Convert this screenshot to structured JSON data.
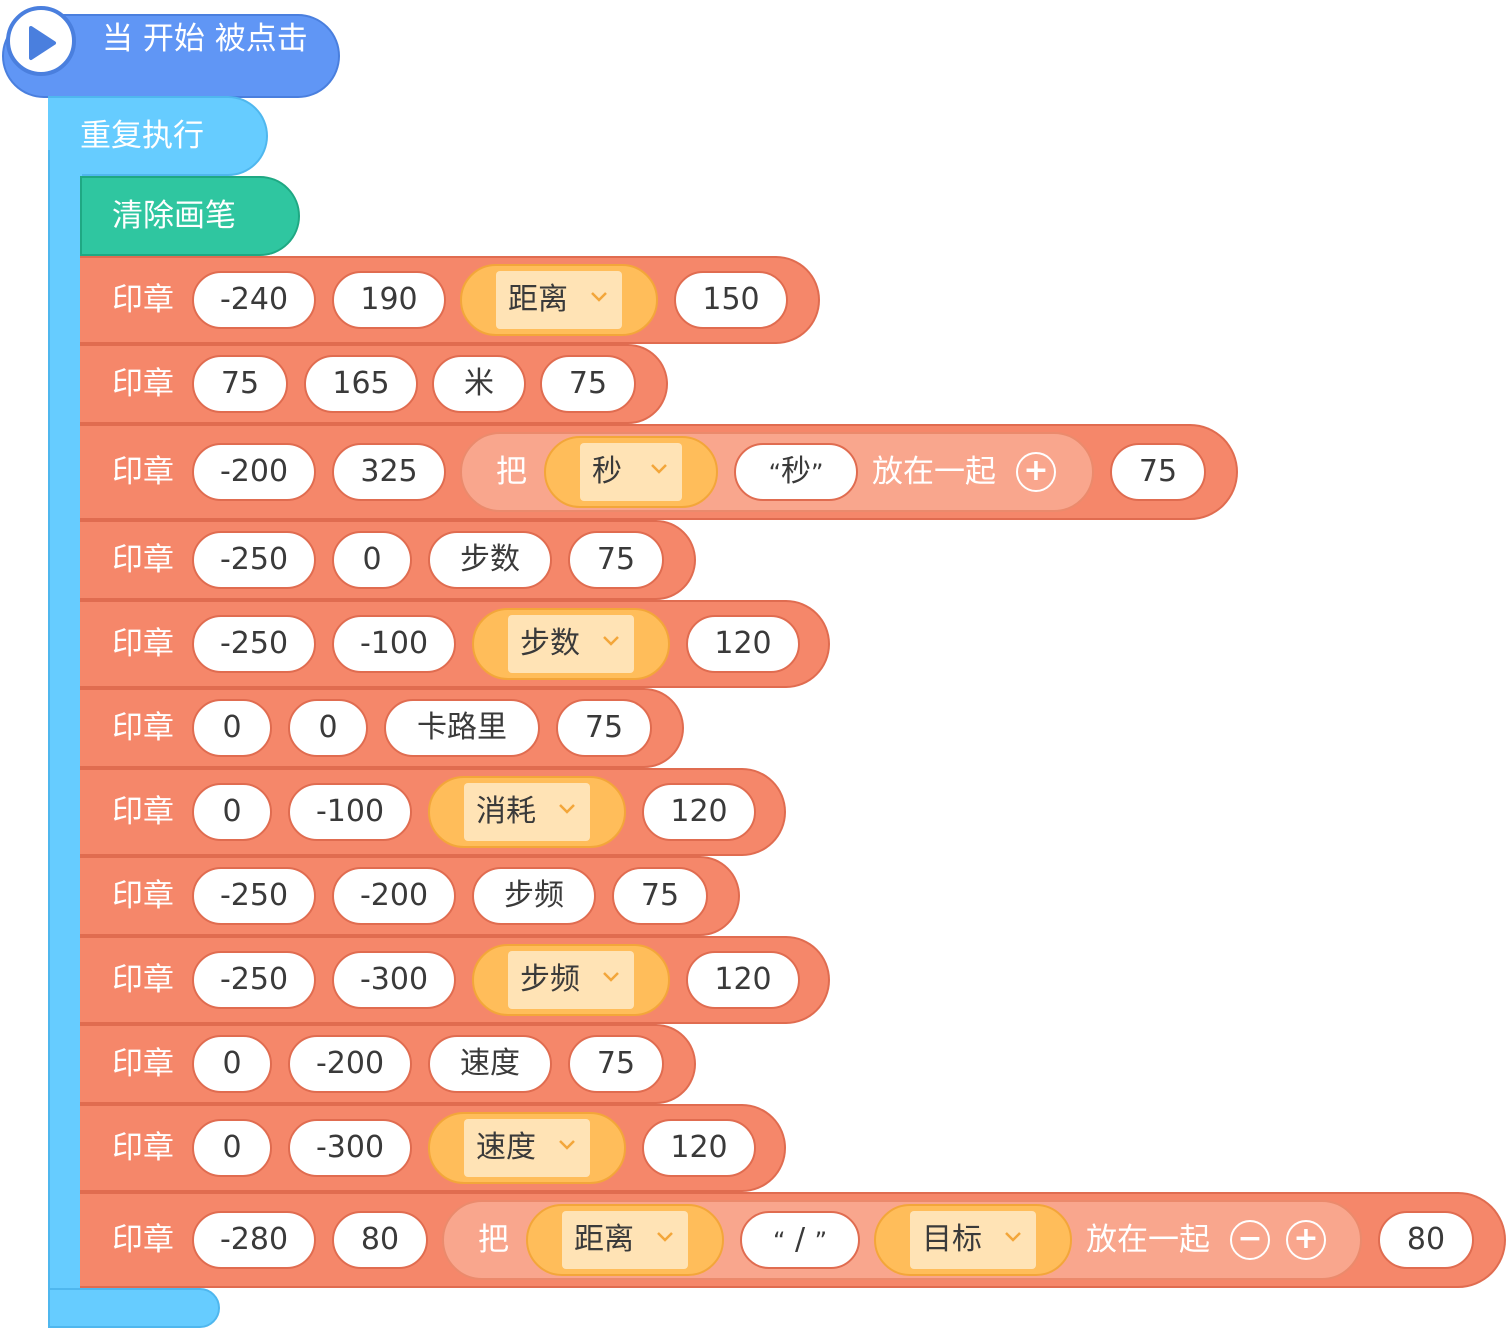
{
  "hat": {
    "label": "当 开始 被点击"
  },
  "loop": {
    "label": "重复执行"
  },
  "clear": {
    "label": "清除画笔"
  },
  "stamp_label": "印章",
  "rows": [
    {
      "a": "-240",
      "b": "190",
      "dropdown": "距离",
      "size": "150"
    },
    {
      "a": "75",
      "b": "165",
      "text": "米",
      "size": "75"
    },
    {
      "a": "-200",
      "b": "325",
      "join_label": "把",
      "join_dropdown": "秒",
      "join_string": "秒",
      "join_suffix": "放在一起",
      "join_button": "+",
      "size": "75"
    },
    {
      "a": "-250",
      "b": "0",
      "text": "步数",
      "size": "75"
    },
    {
      "a": "-250",
      "b": "-100",
      "dropdown": "步数",
      "size": "120"
    },
    {
      "a": "0",
      "b": "0",
      "text": "卡路里",
      "size": "75"
    },
    {
      "a": "0",
      "b": "-100",
      "dropdown": "消耗",
      "size": "120"
    },
    {
      "a": "-250",
      "b": "-200",
      "text": "步频",
      "size": "75"
    },
    {
      "a": "-250",
      "b": "-300",
      "dropdown": "步频",
      "size": "120"
    },
    {
      "a": "0",
      "b": "-200",
      "text": "速度",
      "size": "75"
    },
    {
      "a": "0",
      "b": "-300",
      "dropdown": "速度",
      "size": "120"
    },
    {
      "a": "-280",
      "b": "80",
      "join_label": "把",
      "join_dropdown": "距离",
      "join_string": "/",
      "join_dropdown2": "目标",
      "join_suffix": "放在一起",
      "join_minus": "−",
      "join_plus": "+",
      "size": "80"
    }
  ],
  "quote_open": "“",
  "quote_close": "”",
  "colors": {
    "event": "#6096f5",
    "control": "#66ccff",
    "pen": "#2fc6a0",
    "stamp": "#f5876a",
    "dropdown": "#ffbd5a",
    "join": "#f9a68d"
  },
  "icons": {
    "play": "play-icon",
    "chevron": "chevron-down-icon"
  }
}
